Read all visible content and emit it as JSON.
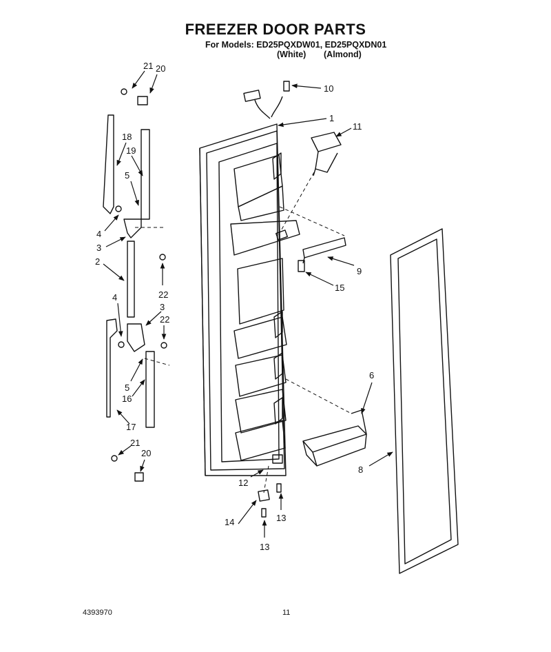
{
  "header": {
    "title": "FREEZER DOOR PARTS",
    "models_line": "For Models: ED25PQXDW01, ED25PQXDN01",
    "variant_white": "(White)",
    "variant_almond": "(Almond)"
  },
  "callouts": {
    "c21a": "21",
    "c20a": "20",
    "c10": "10",
    "c1": "1",
    "c11": "11",
    "c18": "18",
    "c19": "19",
    "c5a": "5",
    "c4a": "4",
    "c3a": "3",
    "c2": "2",
    "c22a": "22",
    "c9": "9",
    "c15": "15",
    "c4b": "4",
    "c3b": "3",
    "c22b": "22",
    "c6": "6",
    "c5b": "5",
    "c16": "16",
    "c17": "17",
    "c21b": "21",
    "c20b": "20",
    "c8": "8",
    "c12": "12",
    "c14": "14",
    "c13a": "13",
    "c13b": "13"
  },
  "footer": {
    "doc_number": "4393970",
    "page_number": "11"
  }
}
